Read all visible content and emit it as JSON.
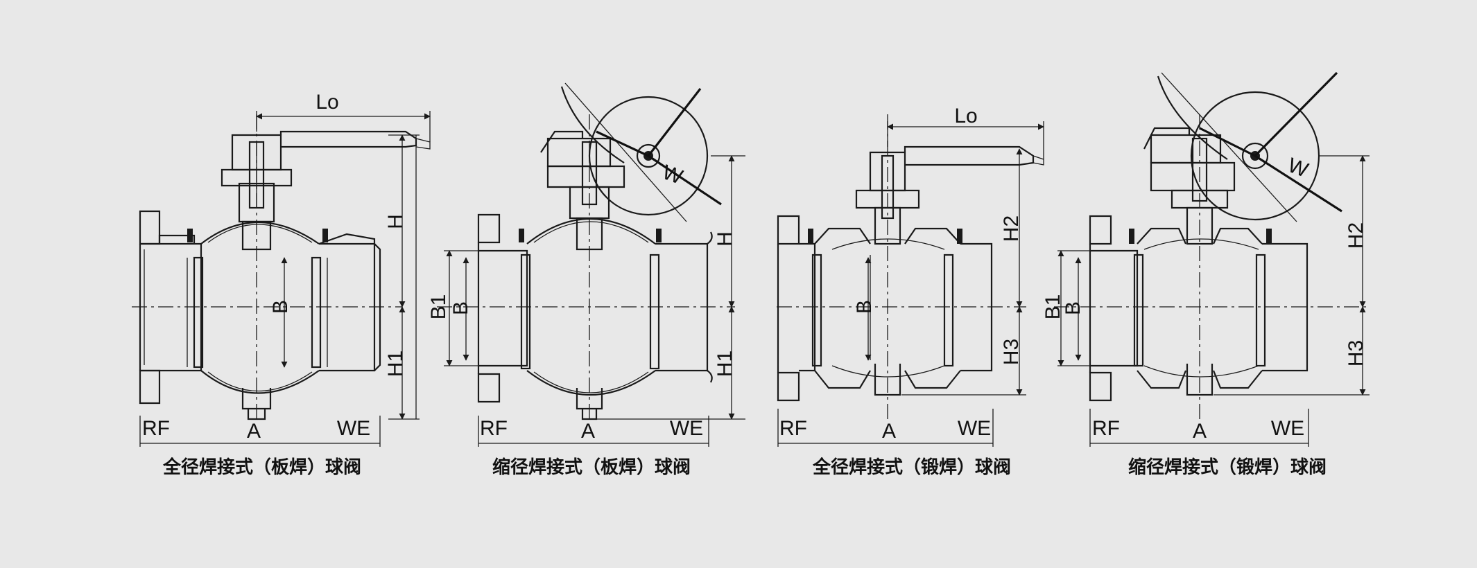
{
  "figure": {
    "background": "#e8e8e8",
    "line_color": "#1a1a1a"
  },
  "valves": [
    {
      "caption": "全径焊接式（板焊）球阀",
      "operator": "lever",
      "ends": {
        "left": "RF",
        "center": "A",
        "right": "WE"
      },
      "dims": {
        "top": "Lo",
        "center": "B",
        "upper": "H",
        "lower": "H1"
      }
    },
    {
      "caption": "缩径焊接式（板焊）球阀",
      "operator": "gear",
      "ends": {
        "left": "RF",
        "center": "A",
        "right": "WE"
      },
      "dims": {
        "bore": "B1",
        "center": "B",
        "upper": "H",
        "lower": "H1",
        "wheel": "W"
      }
    },
    {
      "caption": "全径焊接式（锻焊）球阀",
      "operator": "lever",
      "ends": {
        "left": "RF",
        "center": "A",
        "right": "WE"
      },
      "dims": {
        "top": "Lo",
        "center": "B",
        "upper": "H2",
        "lower": "H3"
      }
    },
    {
      "caption": "缩径焊接式（锻焊）球阀",
      "operator": "gear",
      "ends": {
        "left": "RF",
        "center": "A",
        "right": "WE"
      },
      "dims": {
        "bore": "B1",
        "center": "B",
        "upper": "H2",
        "lower": "H3",
        "wheel": "W"
      }
    }
  ]
}
